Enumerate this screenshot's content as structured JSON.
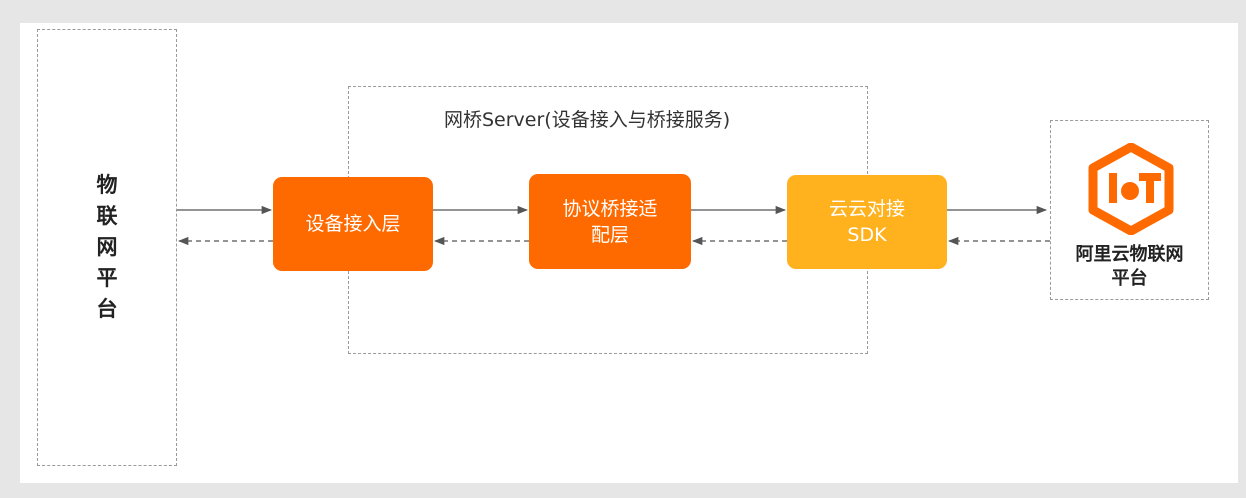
{
  "left_platform": {
    "label": "物联网平台",
    "chars": [
      "物",
      "联",
      "网",
      "平",
      "台"
    ]
  },
  "server": {
    "title": "网桥Server(设备接入与桥接服务)"
  },
  "nodes": {
    "access": "设备接入层",
    "adapter_line1": "协议桥接适",
    "adapter_line2": "配层",
    "sdk_line1": "云云对接",
    "sdk_line2": "SDK"
  },
  "right_platform": {
    "line1": "阿里云物联网",
    "line2": "平台",
    "logo_icon": "iot-logo-icon"
  },
  "colors": {
    "primary": "#ff6a00",
    "sdk": "#ffb21e",
    "arrow": "#555555",
    "dash": "#9a9a9a"
  }
}
